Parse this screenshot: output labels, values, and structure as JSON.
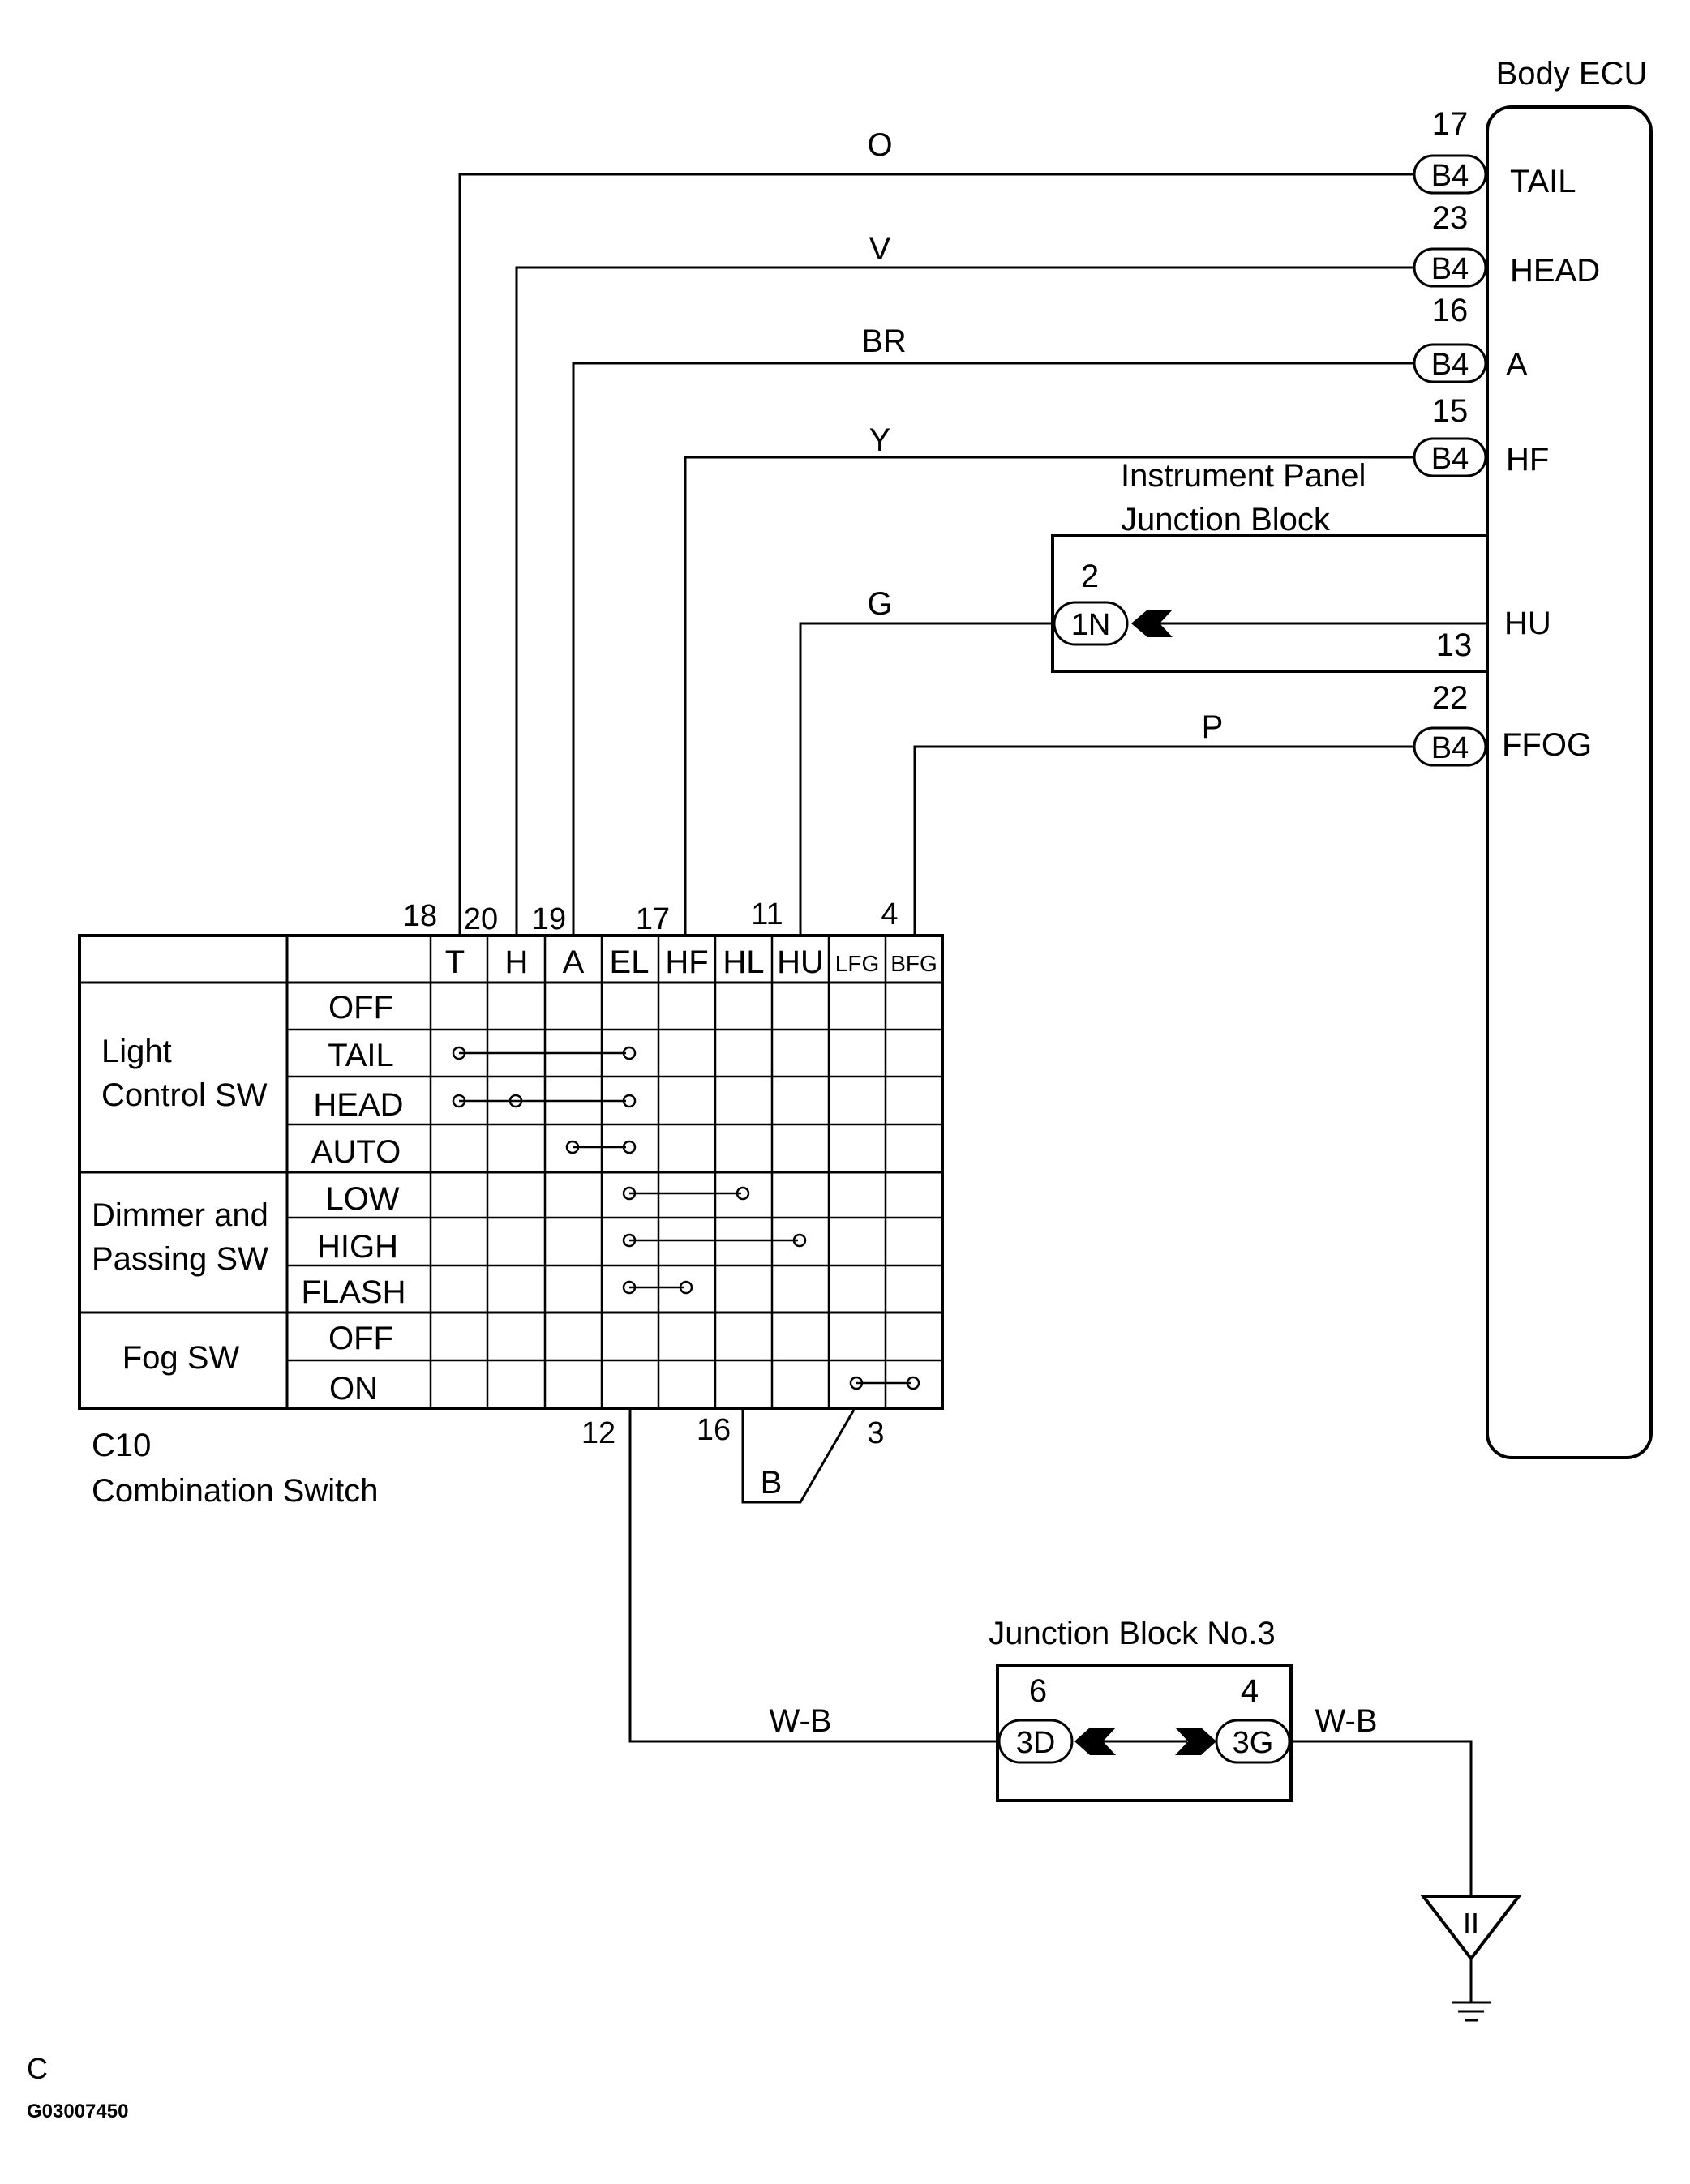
{
  "ecu": {
    "title": "Body ECU",
    "rows": [
      {
        "pin": "17",
        "connector": "B4",
        "terminal": "TAIL",
        "wire": "O"
      },
      {
        "pin": "23",
        "connector": "B4",
        "terminal": "HEAD",
        "wire": "V"
      },
      {
        "pin": "16",
        "connector": "B4",
        "terminal": "A",
        "wire": "BR"
      },
      {
        "pin": "15",
        "connector": "B4",
        "terminal": "HF",
        "wire": "Y"
      }
    ],
    "hu": {
      "terminal": "HU",
      "ecu_pin": "13",
      "jb_pin": "2",
      "connector": "1N",
      "wire": "G"
    },
    "ffog": {
      "pin": "22",
      "connector": "B4",
      "terminal": "FFOG",
      "wire": "P"
    }
  },
  "ip_jb": {
    "line1": "Instrument Panel",
    "line2": "Junction Block"
  },
  "switch": {
    "code": "C10",
    "name": "Combination Switch",
    "top_pins": [
      "18",
      "20",
      "19",
      "17",
      "11",
      "4"
    ],
    "columns": [
      "T",
      "H",
      "A",
      "EL",
      "HF",
      "HL",
      "HU",
      "LFG",
      "BFG"
    ],
    "groups": [
      {
        "name_line1": "Light",
        "name_line2": "Control SW",
        "positions": [
          "OFF",
          "TAIL",
          "HEAD",
          "AUTO"
        ]
      },
      {
        "name_line1": "Dimmer and",
        "name_line2": "Passing SW",
        "positions": [
          "LOW",
          "HIGH",
          "FLASH"
        ]
      },
      {
        "name_line1": "Fog SW",
        "name_line2": "",
        "positions": [
          "OFF",
          "ON"
        ]
      }
    ],
    "bottom_pins": [
      "12",
      "16",
      "3"
    ],
    "bottom_wire": "B"
  },
  "jb3": {
    "title": "Junction Block No.3",
    "left_pin": "6",
    "left_connector": "3D",
    "right_pin": "4",
    "right_connector": "3G",
    "wire_in": "W-B",
    "wire_out": "W-B"
  },
  "ground": {
    "label": "II"
  },
  "footer": {
    "letter": "C",
    "code": "G03007450"
  }
}
